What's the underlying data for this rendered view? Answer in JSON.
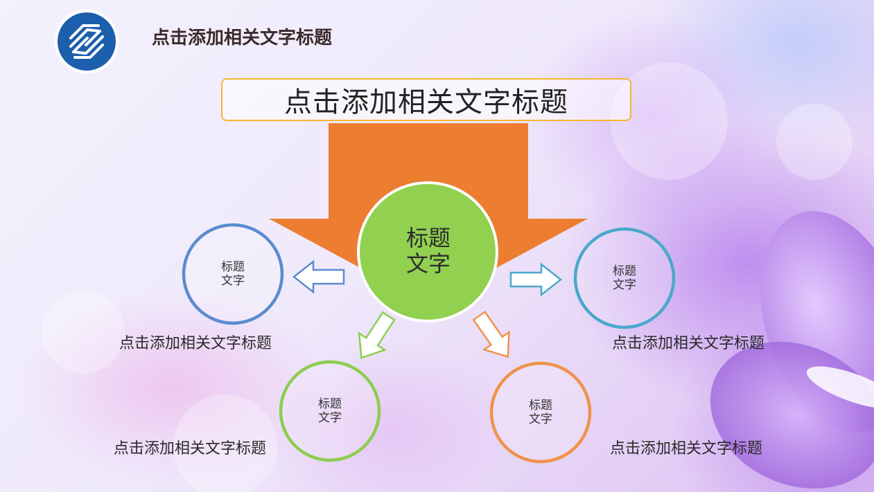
{
  "header": {
    "logo_name": "china-mobile-logo",
    "title": "点击添加相关文字标题"
  },
  "main_title": "点击添加相关文字标题",
  "center_node": {
    "line1": "标题",
    "line2": "文字",
    "color": "#92d050"
  },
  "arrow_color": "#ed7d31",
  "title_border_color": "#f2b72f",
  "nodes": [
    {
      "line1": "标题",
      "line2": "文字",
      "caption": "点击添加相关文字标题",
      "border_color": "#5b8bd0"
    },
    {
      "line1": "标题",
      "line2": "文字",
      "caption": "点击添加相关文字标题",
      "border_color": "#4aa8cc"
    },
    {
      "line1": "标题",
      "line2": "文字",
      "caption": "点击添加相关文字标题",
      "border_color": "#8ccd4e"
    },
    {
      "line1": "标题",
      "line2": "文字",
      "caption": "点击添加相关文字标题",
      "border_color": "#f0924a"
    }
  ]
}
